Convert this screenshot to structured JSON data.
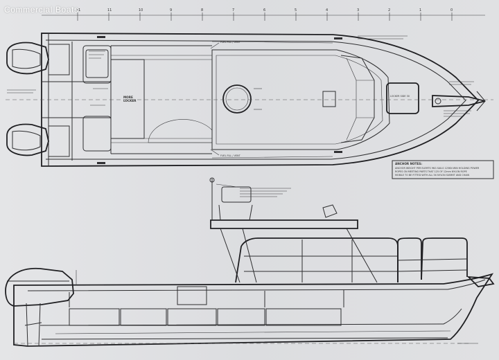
{
  "watermark": "Commercial Boats",
  "station_ticks": [
    "11",
    "11",
    "10",
    "9",
    "8",
    "7",
    "6",
    "5",
    "4",
    "3",
    "2",
    "1",
    "0"
  ],
  "plan_view": {
    "labels": {
      "fuel_vent_top": "FUEL FILL / VENT",
      "fuel_vent_bottom": "FUEL FILL / VENT",
      "lockers": "MORE\nLOCKER",
      "anchor_locker": "LOCKER SIDE 30"
    }
  },
  "anchor_notes": {
    "title": "ANCHOR NOTES:",
    "lines": [
      "ANCHOR WEIGHT PER ELEMTS 9KG SAILS 125KN WIN HOLDING POWER",
      "ROPES ON MEETING PARTS THAT 125 OF 12mm NYLON ROPE",
      "MOBILE TO BE FITTED WITH ALL 5X NYLON SUBMIT AND CHAIN"
    ]
  }
}
